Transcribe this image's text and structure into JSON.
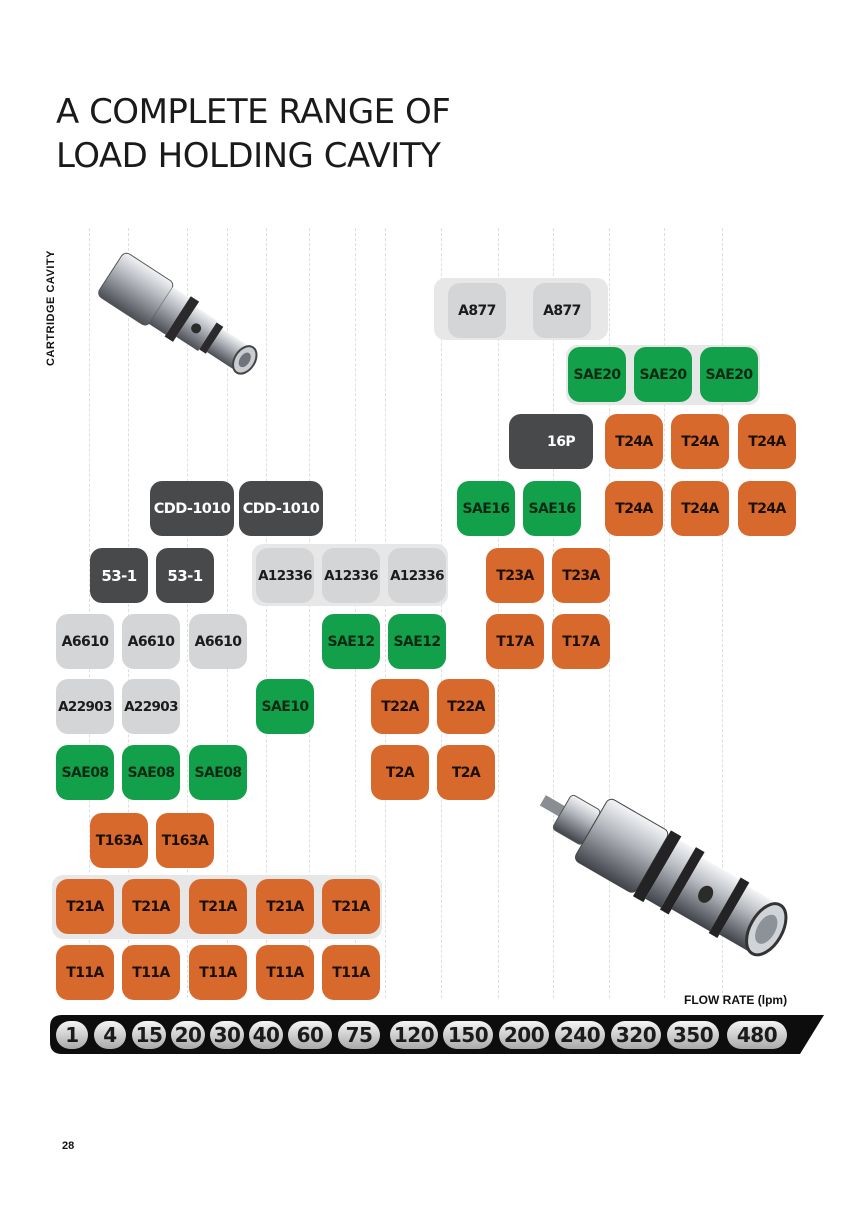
{
  "title": {
    "line1": "A COMPLETE RANGE OF",
    "line2": "LOAD HOLDING CAVITY"
  },
  "y_axis_label": "CARTRIDGE CAVITY",
  "x_axis_label": "FLOW RATE (lpm)",
  "page_number": "28",
  "colors": {
    "orange": "#d8692d",
    "green": "#12a04a",
    "grey": "#d4d5d7",
    "dark": "#47494b",
    "band": "#e7e7e7"
  },
  "flow_rates": [
    "1",
    "4",
    "15",
    "20",
    "30",
    "40",
    "60",
    "75",
    "120",
    "150",
    "200",
    "240",
    "320",
    "350",
    "480"
  ],
  "chips": {
    "a877": [
      "A877",
      "A877"
    ],
    "sae20": [
      "SAE20",
      "SAE20",
      "SAE20"
    ],
    "p16": "16P",
    "t24a_upper": [
      "T24A",
      "T24A",
      "T24A"
    ],
    "cdd": [
      "CDD-1010",
      "CDD-1010"
    ],
    "sae16": [
      "SAE16",
      "SAE16"
    ],
    "t24a_lower": [
      "T24A",
      "T24A",
      "T24A"
    ],
    "c53": [
      "53-1",
      "53-1"
    ],
    "a12336": [
      "A12336",
      "A12336",
      "A12336"
    ],
    "t23a": [
      "T23A",
      "T23A"
    ],
    "a6610": [
      "A6610",
      "A6610",
      "A6610"
    ],
    "sae12": [
      "SAE12",
      "SAE12"
    ],
    "t17a": [
      "T17A",
      "T17A"
    ],
    "a22903": [
      "A22903",
      "A22903"
    ],
    "sae10": "SAE10",
    "t22a": [
      "T22A",
      "T22A"
    ],
    "sae08": [
      "SAE08",
      "SAE08",
      "SAE08"
    ],
    "t2a": [
      "T2A",
      "T2A"
    ],
    "t163a": [
      "T163A",
      "T163A"
    ],
    "t21a": [
      "T21A",
      "T21A",
      "T21A",
      "T21A",
      "T21A"
    ],
    "t11a": [
      "T11A",
      "T11A",
      "T11A",
      "T11A",
      "T11A"
    ]
  }
}
